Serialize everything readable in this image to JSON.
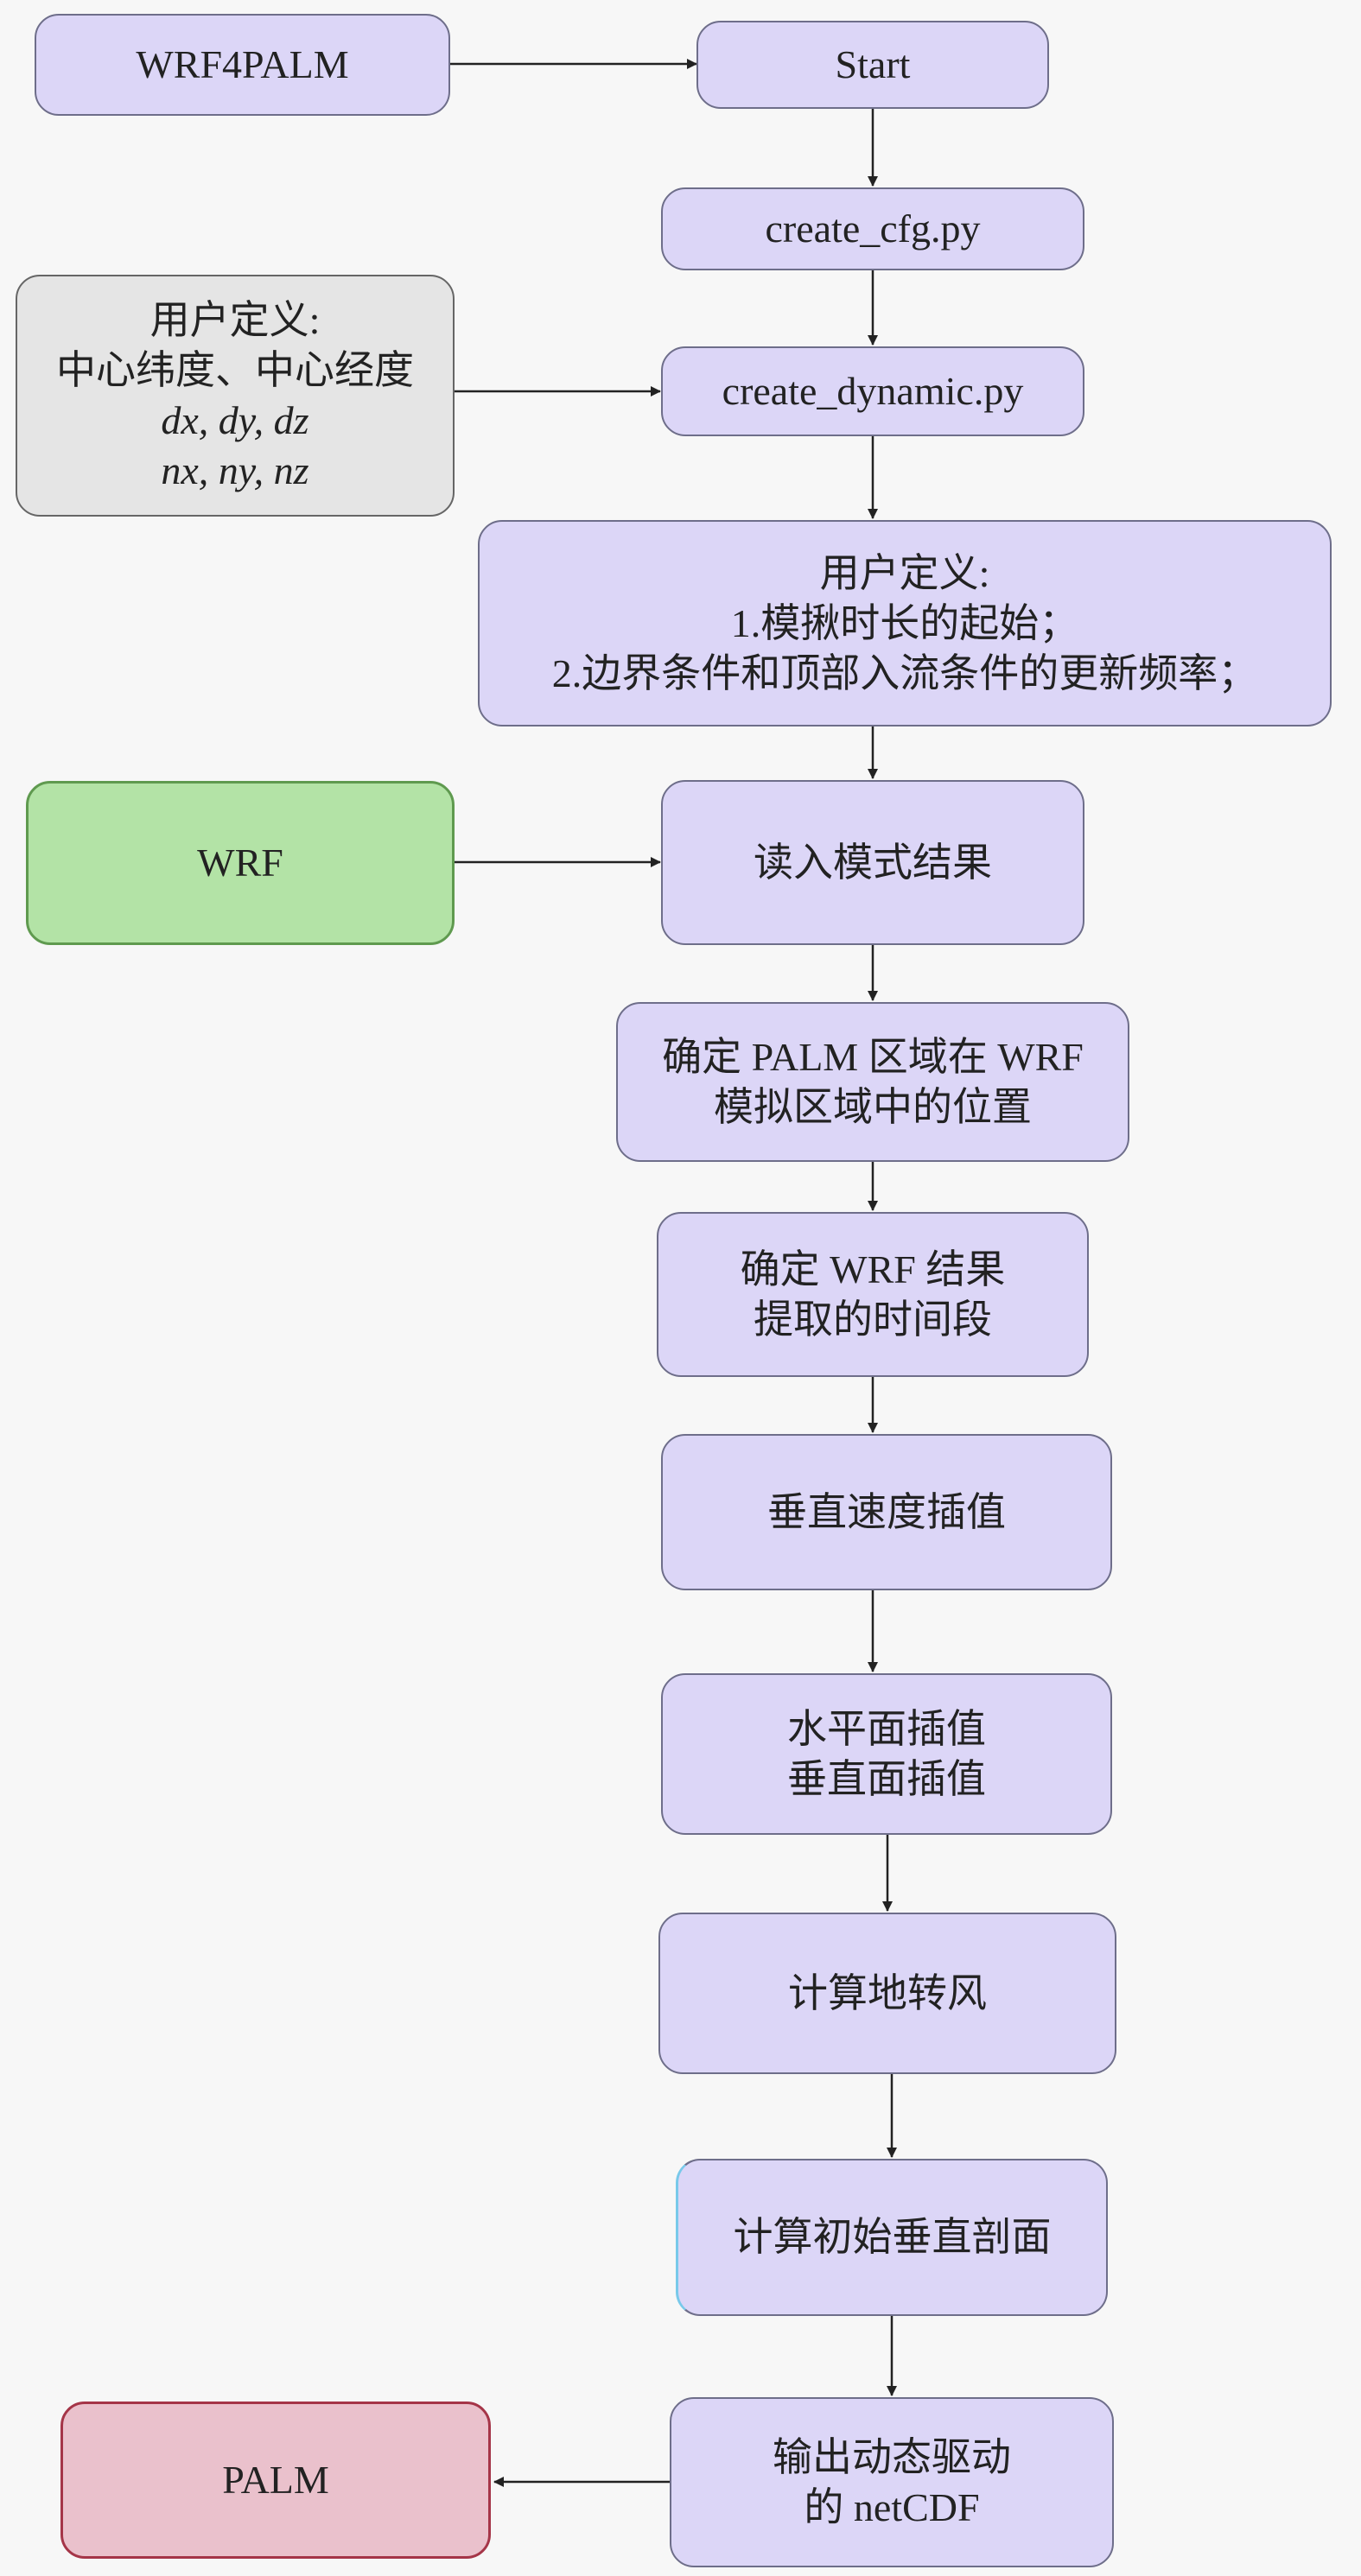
{
  "nodes": {
    "wrf4palm": "WRF4PALM",
    "start": "Start",
    "create_cfg": "create_cfg.py",
    "user_def_1": {
      "title": "用户定义:",
      "line1": "中心纬度、中心经度",
      "line2": "dx, dy, dz",
      "line3": "nx, ny, nz"
    },
    "create_dynamic": "create_dynamic.py",
    "user_def_2": {
      "title": "用户定义:",
      "line1": "1.模揪时长的起始；",
      "line2": "2.边界条件和顶部入流条件的更新频率；"
    },
    "wrf": "WRF",
    "read_model": "读入模式结果",
    "locate_palm": {
      "line1": "确定 PALM 区域在 WRF",
      "line2": "模拟区域中的位置"
    },
    "time_period": {
      "line1": "确定 WRF 结果",
      "line2": "提取的时间段"
    },
    "vertical_velocity": "垂直速度插值",
    "plane_interp": {
      "line1": "水平面插值",
      "line2": "垂直面插值"
    },
    "geostrophic": "计算地转风",
    "initial_profile": "计算初始垂直剖面",
    "output": {
      "line1": "输出动态驱动",
      "line2": "的 netCDF"
    },
    "palm": "PALM"
  },
  "colors": {
    "process_fill": "#dcd6f7",
    "user_fill": "#e5e5e5",
    "wrf_fill": "#b3e3a6",
    "palm_fill": "#eac1cc",
    "arrow": "#222222"
  }
}
